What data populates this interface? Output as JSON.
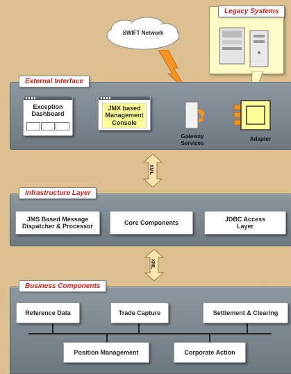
{
  "legacy": {
    "title": "Legacy Systems"
  },
  "swift": {
    "label": "SWIFT Network"
  },
  "external": {
    "title": "External Interface",
    "exception_line1": "Exception",
    "exception_line2": "Dashboard",
    "jmx_line1": "JMX based",
    "jmx_line2": "Management",
    "jmx_line3": "Console",
    "gateway_line1": "Gateway",
    "gateway_line2": "Services",
    "adapter": "Adapter"
  },
  "xml_label": "XML",
  "infrastructure": {
    "title": "Infrastructure Layer",
    "jms_line1": "JMS Based Message",
    "jms_line2": "Dispatcher & Processor",
    "core": "Core Components",
    "jdbc_line1": "JDBC Access",
    "jdbc_line2": "Layer"
  },
  "business": {
    "title": "Business Components",
    "reference": "Reference Data",
    "trade": "Trade Capture",
    "settlement": "Settlement & Clearing",
    "position": "Position Management",
    "corporate": "Corporate Action"
  },
  "colors": {
    "background": "#dcc08f",
    "panel": "#7b858d",
    "title_red": "#d4201e",
    "yellow": "#ffff99",
    "orange": "#f7931e"
  }
}
